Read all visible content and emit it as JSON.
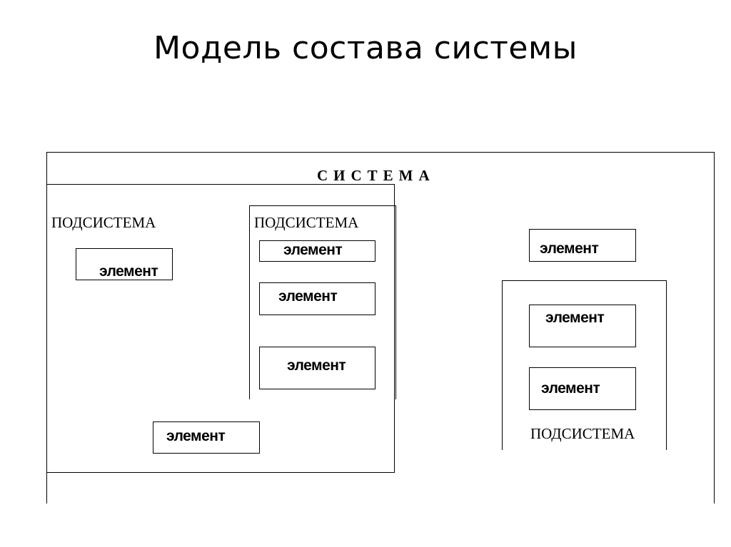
{
  "slide": {
    "title": "Модель состава системы"
  },
  "diagram": {
    "system_label": "СИСТЕМА",
    "left_subsystem": {
      "label": "ПОДСИСТЕМА",
      "elements": [
        "элемент",
        "элемент"
      ]
    },
    "inner_subsystem": {
      "label": "ПОДСИСТЕМА",
      "elements": [
        "элемент",
        "элемент",
        "элемент"
      ]
    },
    "right_element": "элемент",
    "right_subsystem": {
      "label": "ПОДСИСТЕМА",
      "elements": [
        "элемент",
        "элемент"
      ]
    }
  }
}
